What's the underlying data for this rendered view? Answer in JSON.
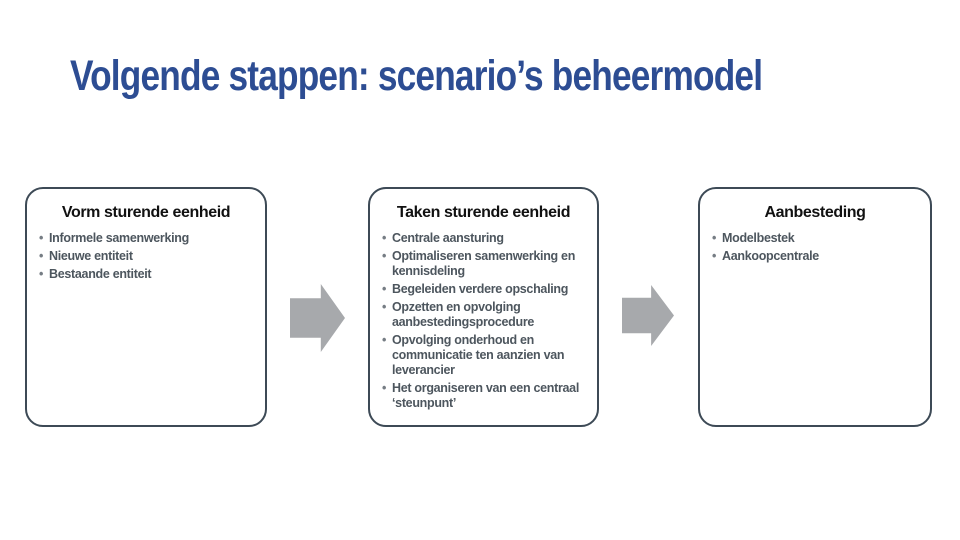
{
  "title": "Volgende stappen: scenario’s beheermodel",
  "colors": {
    "title_blue": "#2d4d93",
    "box_border": "#3d4a56",
    "box_title_text": "#111111",
    "bullet_text": "#4d565e",
    "arrow_gray": "#a7a9ac",
    "background": "#ffffff"
  },
  "icons": {
    "arrow_1": "right-block-arrow",
    "arrow_2": "right-block-arrow"
  },
  "boxes": [
    {
      "title": "Vorm sturende eenheid",
      "bullets": [
        "Informele samenwerking",
        "Nieuwe entiteit",
        "Bestaande entiteit"
      ]
    },
    {
      "title": "Taken sturende eenheid",
      "bullets": [
        "Centrale aansturing",
        "Optimaliseren samenwerking en kennisdeling",
        "Begeleiden verdere opschaling",
        "Opzetten en opvolging aanbestedingsprocedure",
        "Opvolging onderhoud en communicatie ten aanzien van leverancier",
        "Het organiseren van een centraal ‘steunpunt’"
      ]
    },
    {
      "title": "Aanbesteding",
      "bullets": [
        "Modelbestek",
        "Aankoopcentrale"
      ]
    }
  ]
}
